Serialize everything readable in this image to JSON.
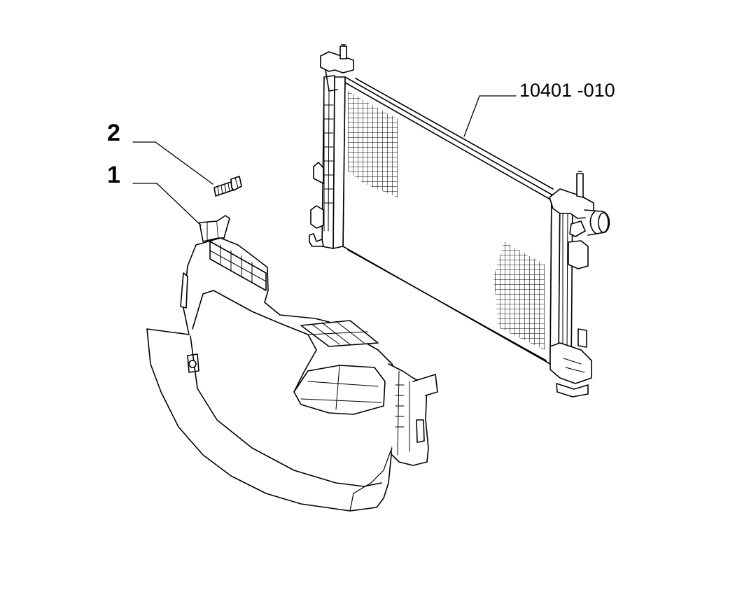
{
  "callouts": {
    "item_1": "1",
    "item_2": "2",
    "part_number": "10401 -010"
  },
  "colors": {
    "line": "#000000",
    "fill": "#ffffff",
    "shade": "#bdbdbd"
  },
  "parts": {
    "radiator": "radiator-icon",
    "shroud": "air-duct-shroud-icon",
    "screw": "screw-icon"
  }
}
